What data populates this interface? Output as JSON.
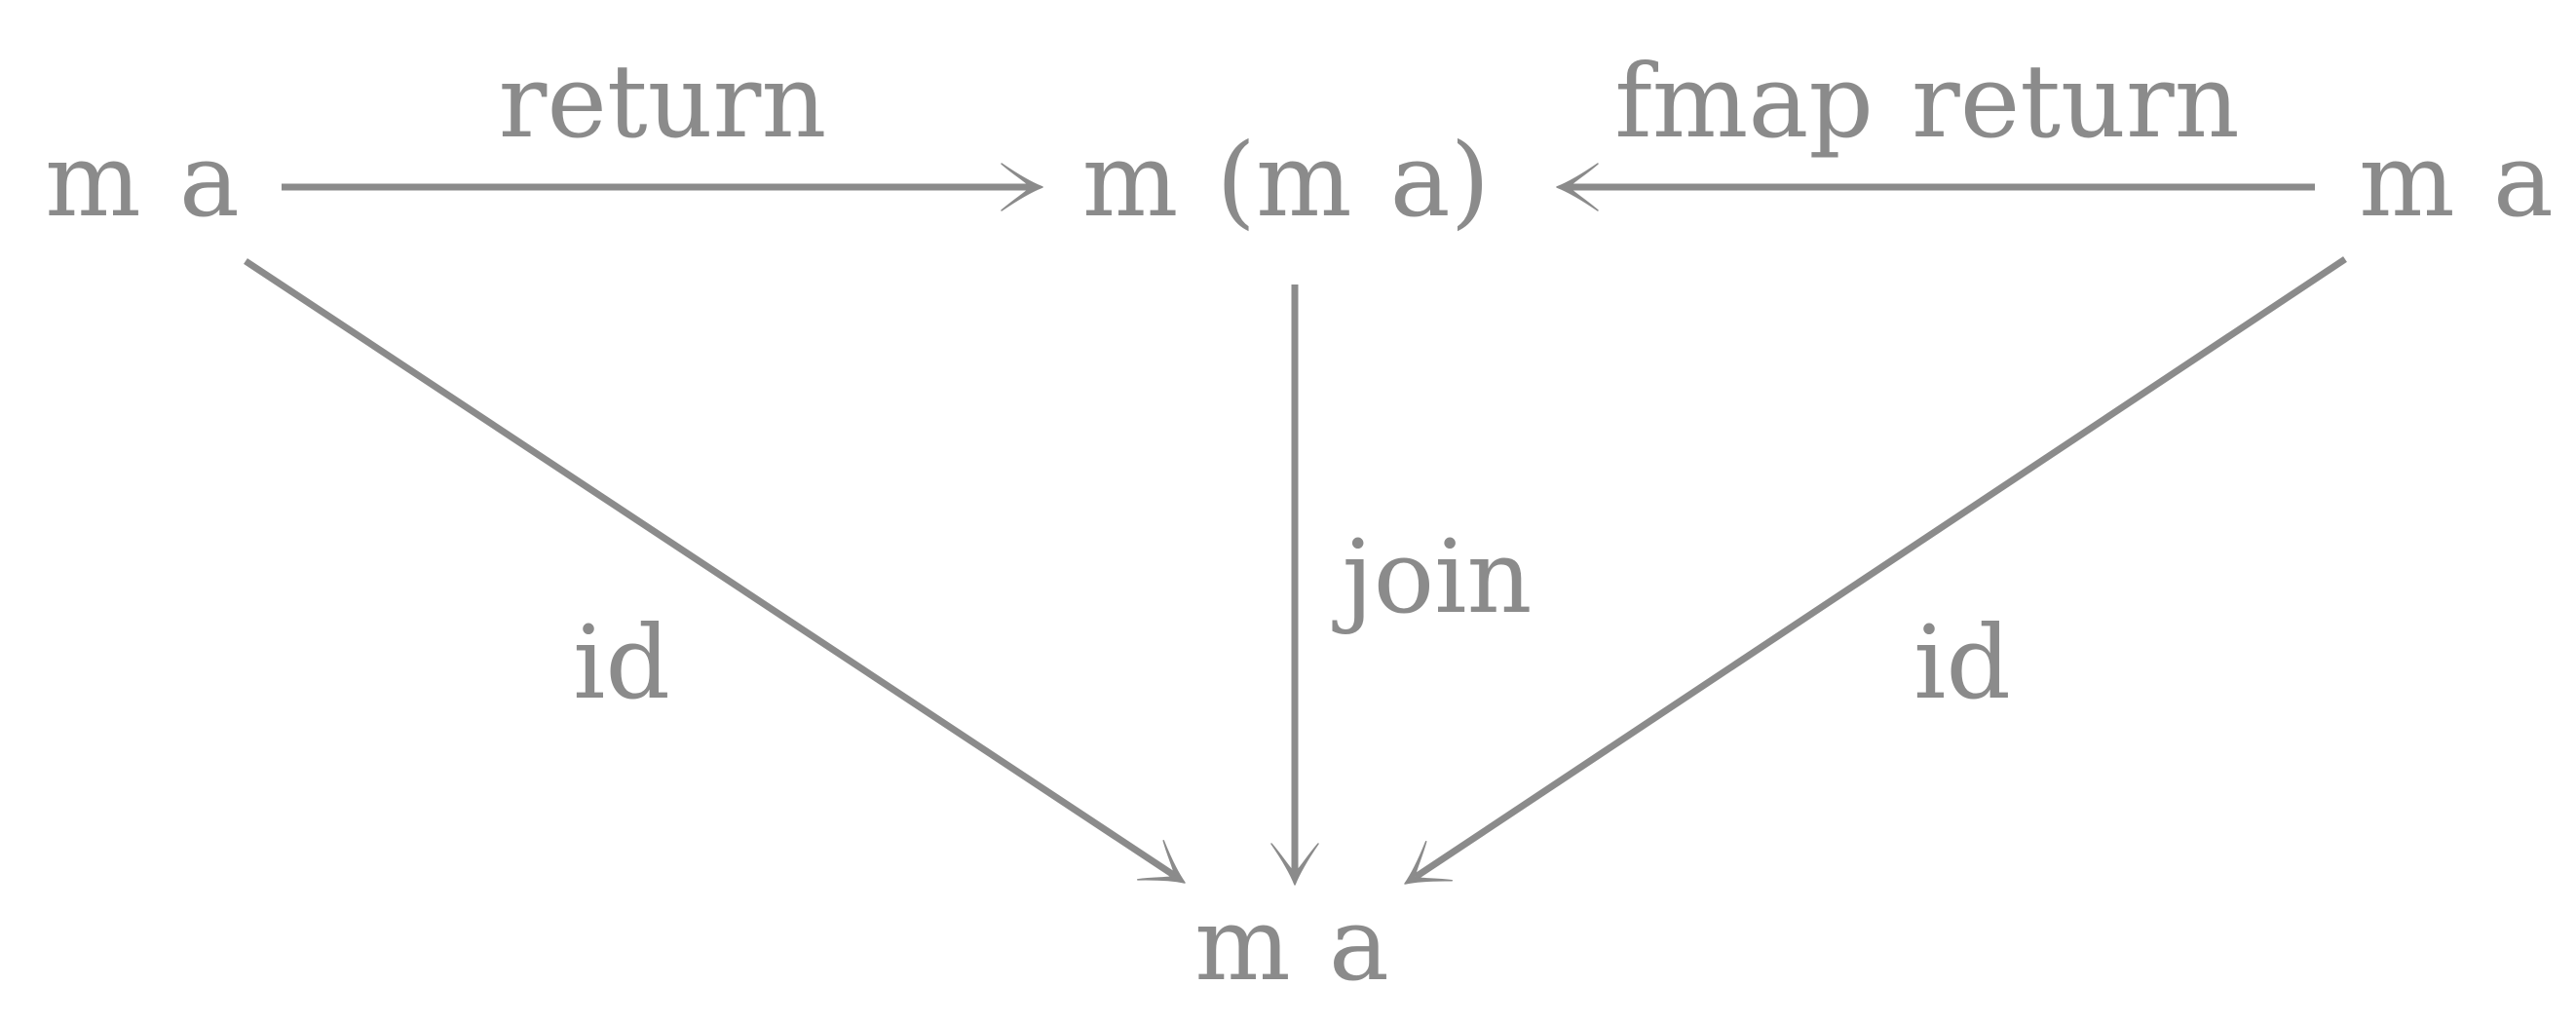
{
  "diagram": {
    "type": "commutative-diagram",
    "colors": {
      "ink": "#8b8b8b",
      "background": "#ffffff"
    },
    "nodes": {
      "top_left": "m a",
      "top_center": "m (m a)",
      "top_right": "m a",
      "bottom": "m a"
    },
    "edges": {
      "return": {
        "label": "return",
        "from": "top_left",
        "to": "top_center"
      },
      "fmap_return": {
        "label": "fmap return",
        "from": "top_right",
        "to": "top_center"
      },
      "join": {
        "label": "join",
        "from": "top_center",
        "to": "bottom"
      },
      "id_left": {
        "label": "id",
        "from": "top_left",
        "to": "bottom"
      },
      "id_right": {
        "label": "id",
        "from": "top_right",
        "to": "bottom"
      }
    }
  }
}
